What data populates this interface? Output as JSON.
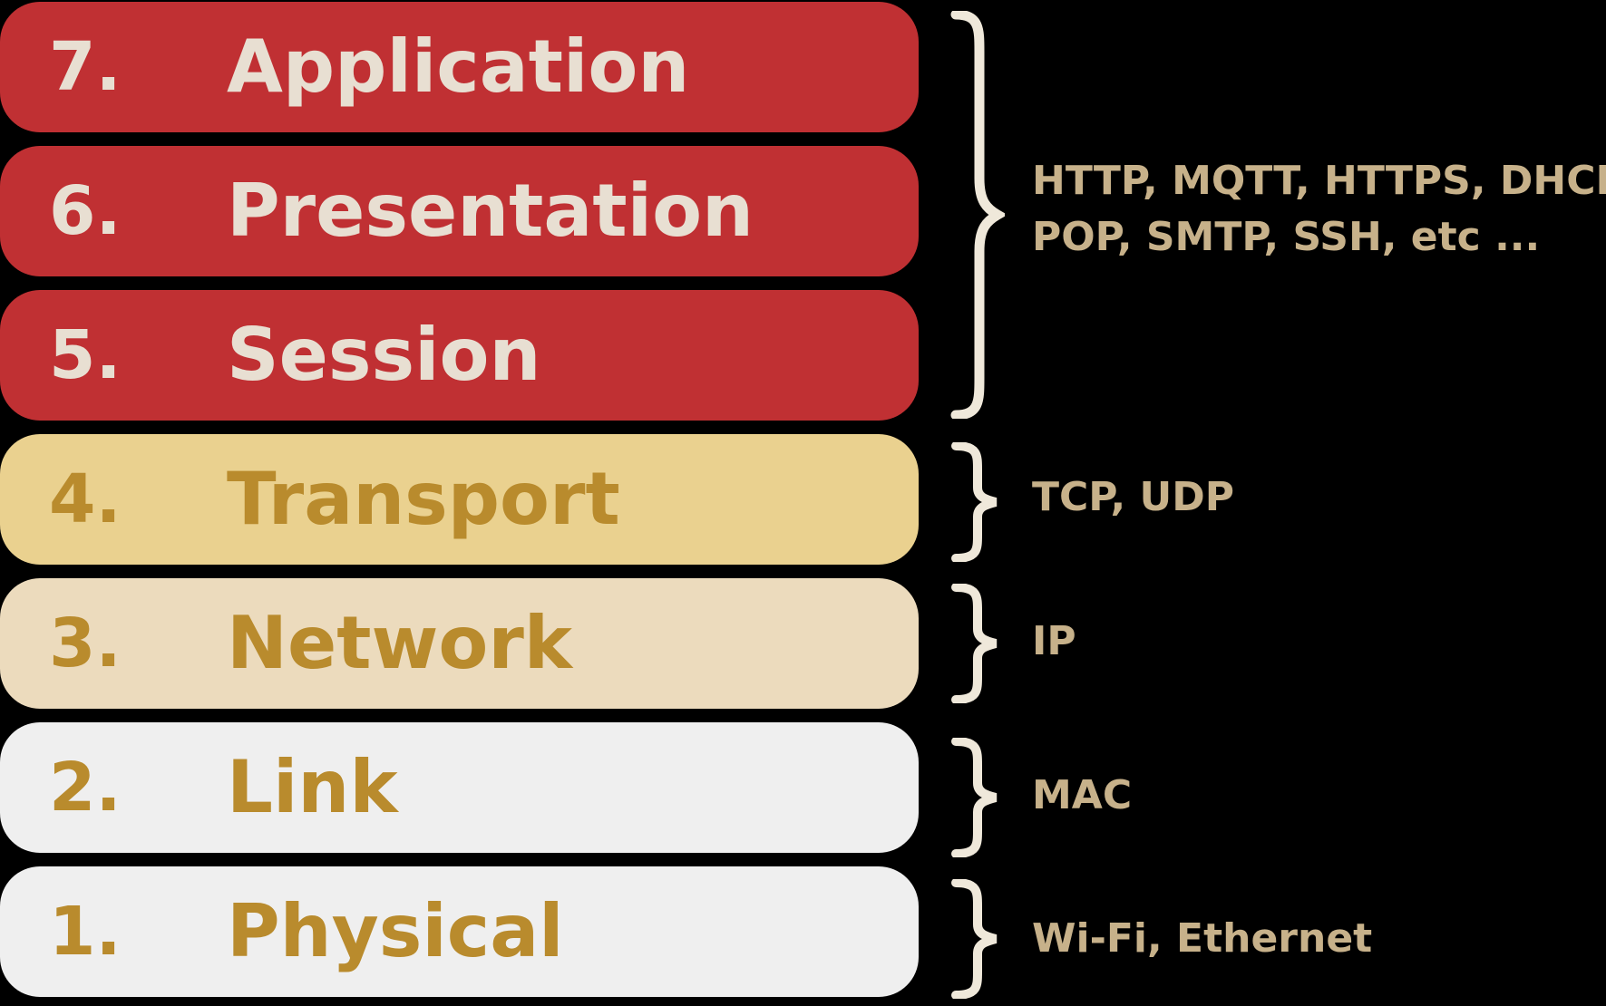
{
  "layers": [
    {
      "number": "7.",
      "name": "Application",
      "bg": "#c03033",
      "fg": "#e8dfd2"
    },
    {
      "number": "6.",
      "name": "Presentation",
      "bg": "#c03033",
      "fg": "#e8dfd2"
    },
    {
      "number": "5.",
      "name": "Session",
      "bg": "#c03033",
      "fg": "#e8dfd2"
    },
    {
      "number": "4.",
      "name": "Transport",
      "bg": "#ead18f",
      "fg": "#b98b2d"
    },
    {
      "number": "3.",
      "name": "Network",
      "bg": "#ecdbbd",
      "fg": "#b98b2d"
    },
    {
      "number": "2.",
      "name": "Link",
      "bg": "#efefef",
      "fg": "#b98b2d"
    },
    {
      "number": "1.",
      "name": "Physical",
      "bg": "#efefef",
      "fg": "#b98b2d"
    }
  ],
  "protocol_groups": [
    {
      "lines": [
        "HTTP, MQTT, HTTPS, DHCP,",
        "POP, SMTP, SSH, etc ..."
      ]
    },
    {
      "lines": [
        "TCP, UDP"
      ]
    },
    {
      "lines": [
        "IP"
      ]
    },
    {
      "lines": [
        "MAC"
      ]
    },
    {
      "lines": [
        "Wi-Fi, Ethernet"
      ]
    }
  ],
  "colors": {
    "background": "#000000",
    "brace": "#efe8da",
    "protocol_text": "#c7b18a"
  }
}
